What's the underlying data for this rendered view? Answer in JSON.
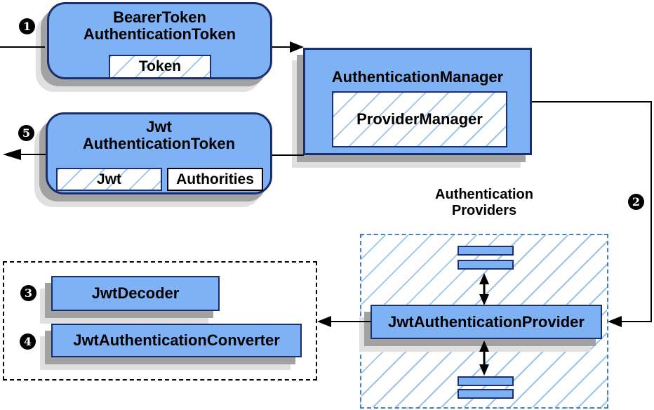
{
  "steps": {
    "s1": "1",
    "s2": "2",
    "s3": "3",
    "s4": "4",
    "s5": "5"
  },
  "nodes": {
    "bearer": {
      "line1": "BearerToken",
      "line2": "AuthenticationToken",
      "token": "Token"
    },
    "jwt": {
      "line1": "Jwt",
      "line2": "AuthenticationToken",
      "jwt": "Jwt",
      "authorities": "Authorities"
    },
    "manager": {
      "title": "AuthenticationManager",
      "provider_manager": "ProviderManager"
    },
    "providers": {
      "label1": "Authentication",
      "label2": "Providers",
      "jwt_provider": "JwtAuthenticationProvider"
    },
    "converters": {
      "decoder": "JwtDecoder",
      "converter": "JwtAuthenticationConverter"
    }
  },
  "colors": {
    "node_fill": "#7EB2F4",
    "node_border": "#1B2E6E",
    "hatch_line": "#9CC3EC",
    "shadow_dark": "#A2A2A2",
    "shadow_light": "#E0E0E0",
    "dashed_blue": "#4A7EBB",
    "line_black": "#000000"
  }
}
